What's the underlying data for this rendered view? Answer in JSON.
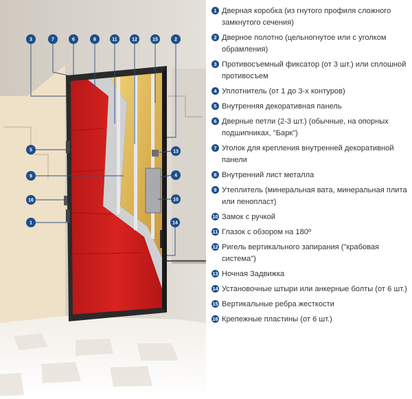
{
  "colors": {
    "badge": "#1d4f8c",
    "door_red": "#d0201f",
    "insulation": "#e6c25f",
    "frame": "#2a2a2a",
    "wall": "#efe1c7"
  },
  "callouts": {
    "c3": "3",
    "c7": "7",
    "c6": "6",
    "c8": "8",
    "c11": "11",
    "c12": "12",
    "c15": "15",
    "c2": "2",
    "c5": "5",
    "c9": "9",
    "c16": "16",
    "c1": "1",
    "c13": "13",
    "c4": "4",
    "c10": "10",
    "c14": "14"
  },
  "legend": [
    {
      "num": "1",
      "text": "Дверная коробка (из гнутого профиля сложного замкнутого сечения)"
    },
    {
      "num": "2",
      "text": "Дверное полотно (цельногнутое или с уголком обрамления)"
    },
    {
      "num": "3",
      "text": "Противосъемный фиксатор (от 3 шт.) или сплошной противосъем"
    },
    {
      "num": "4",
      "text": "Уплотнитель (от 1 до 3-х контуров)"
    },
    {
      "num": "5",
      "text": "Внутренняя декоративная панель"
    },
    {
      "num": "6",
      "text": "Дверные петли (2-3 шт.) (обычные, на опорных подшипниках, \"Барк\")"
    },
    {
      "num": "7",
      "text": "Уголок для крепления внутренней декоративной панели"
    },
    {
      "num": "8",
      "text": "Внутренний лист металла"
    },
    {
      "num": "9",
      "text": "Утеплитель (минеральная вата, минеральная плита или пенопласт)"
    },
    {
      "num": "10",
      "text": "Замок с ручкой"
    },
    {
      "num": "11",
      "text": "Глазок с обзором на 180º"
    },
    {
      "num": "12",
      "text": "Ригель вертикального запирания (\"крабовая система\")"
    },
    {
      "num": "13",
      "text": "Ночная Задвижка"
    },
    {
      "num": "14",
      "text": "Установочные штыри или анкерные болты (от 6 шт.)"
    },
    {
      "num": "15",
      "text": "Вертикальные ребра жесткости"
    },
    {
      "num": "16",
      "text": "Крепежные пластины (от 6 шт.)"
    }
  ]
}
